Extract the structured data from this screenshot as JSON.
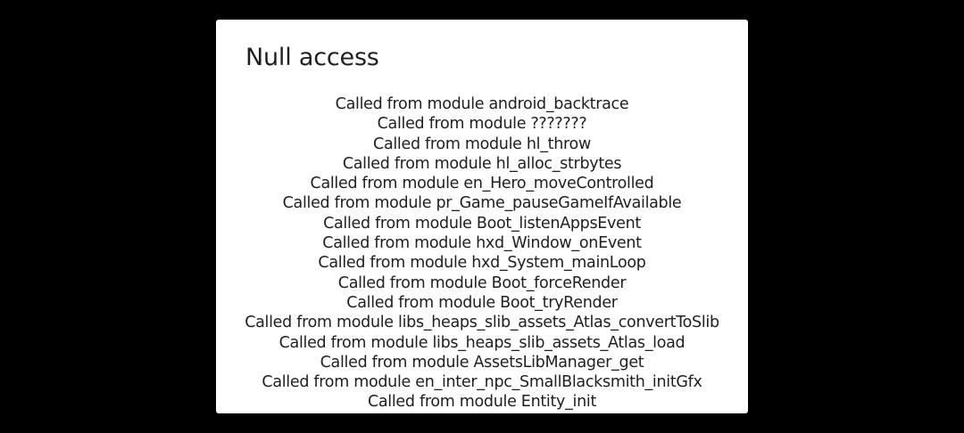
{
  "dialog": {
    "title": "Null access",
    "trace_lines": [
      "Called from module android_backtrace",
      "Called from module ???????",
      "Called from module hl_throw",
      "Called from module hl_alloc_strbytes",
      "Called from module en_Hero_moveControlled",
      "Called from module pr_Game_pauseGameIfAvailable",
      "Called from module Boot_listenAppsEvent",
      "Called from module hxd_Window_onEvent",
      "Called from module hxd_System_mainLoop",
      "Called from module Boot_forceRender",
      "Called from module Boot_tryRender",
      "Called from module libs_heaps_slib_assets_Atlas_convertToSlib",
      "Called from module libs_heaps_slib_assets_Atlas_load",
      "Called from module AssetsLibManager_get",
      "Called from module en_inter_npc_SmallBlacksmith_initGfx",
      "Called from module Entity_init"
    ]
  },
  "colors": {
    "background": "#000000",
    "dialog_background": "#ffffff",
    "text": "#202020"
  }
}
